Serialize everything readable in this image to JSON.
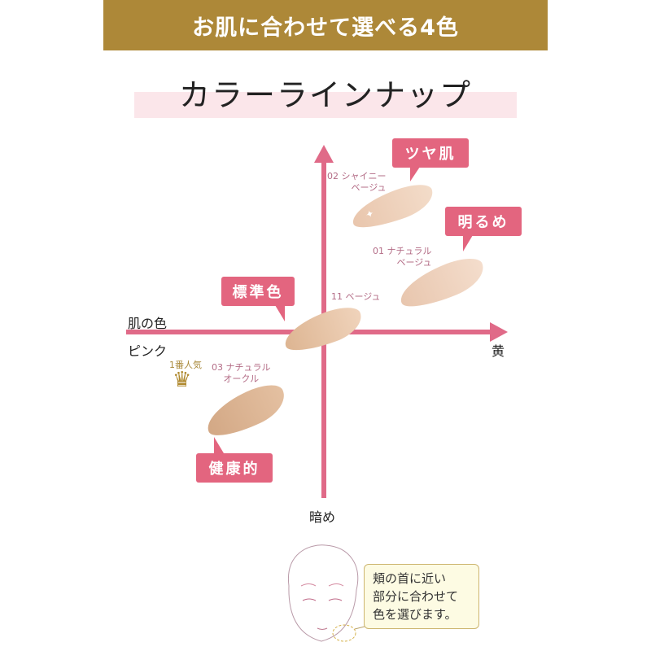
{
  "banner": "お肌に合わせて選べる4色",
  "title": "カラーラインナップ",
  "axes": {
    "x_label_top": "肌の色",
    "x_left": "ピンク",
    "x_right": "黄",
    "y_bottom": "暗め"
  },
  "tags": {
    "shiny": "ツヤ肌",
    "bright": "明るめ",
    "standard": "標準色",
    "healthy": "健康的"
  },
  "shades": [
    {
      "name": "02 シャイニー\nベージュ",
      "color": "#efd3bd"
    },
    {
      "name": "01 ナチュラル\nベージュ",
      "color": "#efd2bf"
    },
    {
      "name": "11 ベージュ",
      "color": "#e8c6a6"
    },
    {
      "name": "03 ナチュラル\nオークル",
      "color": "#ddb392"
    }
  ],
  "badge": "1番人気",
  "note": "頬の首に近い\n部分に合わせて\n色を選びます。",
  "colors": {
    "gold": "#ad8838",
    "pink": "#e3657f",
    "axis": "#e06a88"
  }
}
